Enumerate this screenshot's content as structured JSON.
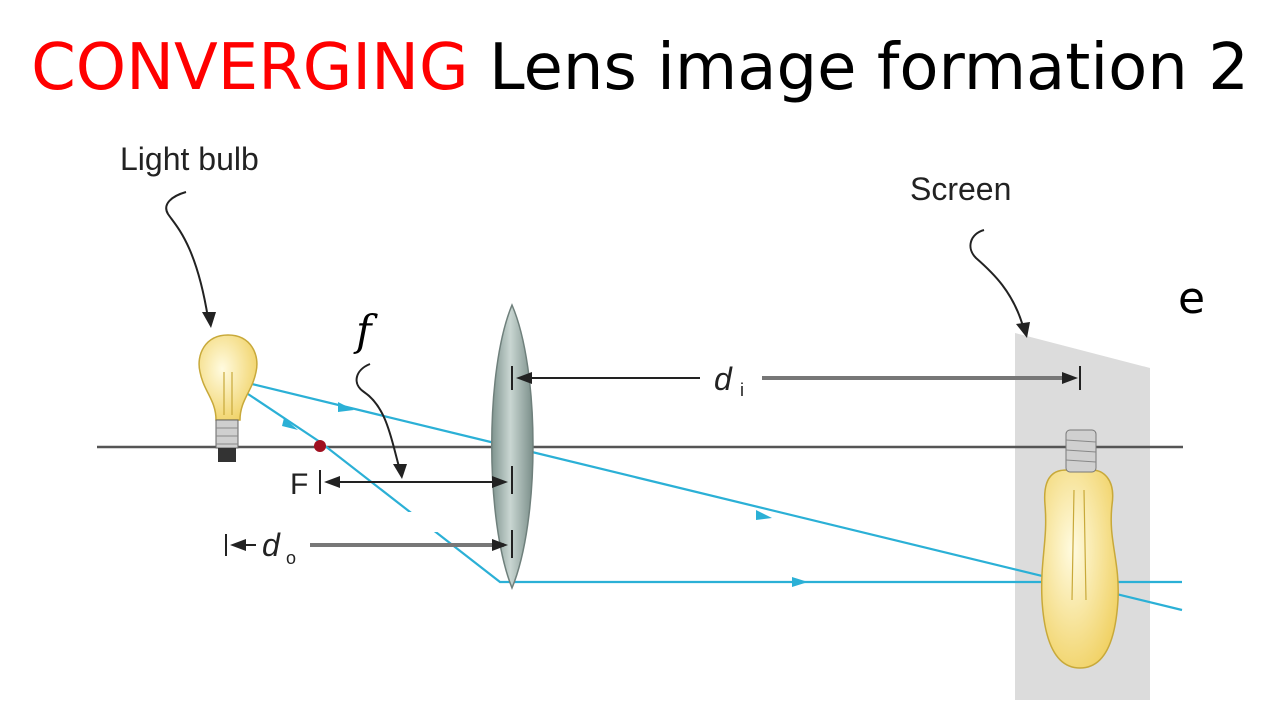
{
  "title": {
    "accent": "CONVERGING",
    "rest": "Lens image formation 2"
  },
  "diagram": {
    "labels": {
      "light_bulb": "Light bulb",
      "screen": "Screen",
      "focal_length": "f",
      "focal_point": "F",
      "image_distance": "d",
      "image_distance_sub": "i",
      "object_distance": "d",
      "object_distance_sub": "o"
    },
    "clipped_text": "e"
  },
  "colors": {
    "accent": "#ff0000",
    "ray": "#2bb0d6",
    "axis": "#555555",
    "lens": "#9fb3ae",
    "screen": "#d9d9d9",
    "focal_point": "#a01020",
    "bulb_glass": "#f7e27a"
  },
  "icons": [
    "light-bulb-icon",
    "converging-lens-icon",
    "screen-icon",
    "image-bulb-icon"
  ]
}
